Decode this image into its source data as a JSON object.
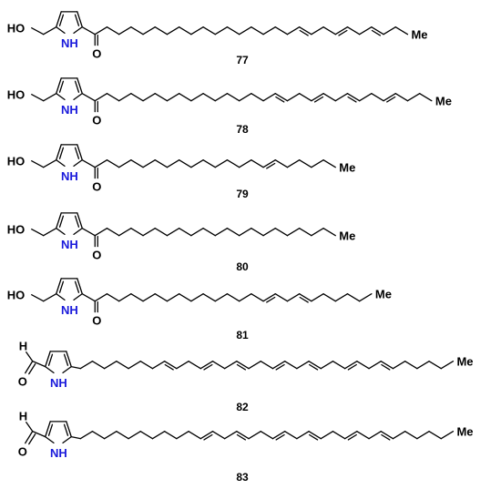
{
  "title": "",
  "compounds": [
    {
      "id": "77",
      "head": "hydroxymethyl-keto",
      "head_labels": {
        "oh": "HO",
        "nh": "NH",
        "o": "O"
      },
      "tail_label": "Me",
      "chain_bonds": 26,
      "cis_double_bonds": [
        17,
        20,
        23
      ]
    },
    {
      "id": "78",
      "head": "hydroxymethyl-keto",
      "head_labels": {
        "oh": "HO",
        "nh": "NH",
        "o": "O"
      },
      "tail_label": "Me",
      "chain_bonds": 28,
      "cis_double_bonds": [
        15,
        18,
        21,
        24
      ]
    },
    {
      "id": "79",
      "head": "hydroxymethyl-keto",
      "head_labels": {
        "oh": "HO",
        "nh": "NH",
        "o": "O"
      },
      "tail_label": "Me",
      "chain_bonds": 20,
      "cis_double_bonds": [
        14
      ]
    },
    {
      "id": "80",
      "head": "hydroxymethyl-keto",
      "head_labels": {
        "oh": "HO",
        "nh": "NH",
        "o": "O"
      },
      "tail_label": "Me",
      "chain_bonds": 20,
      "cis_double_bonds": []
    },
    {
      "id": "81",
      "head": "hydroxymethyl-keto",
      "head_labels": {
        "oh": "HO",
        "nh": "NH",
        "o": "O"
      },
      "tail_label": "Me",
      "chain_bonds": 23,
      "cis_double_bonds": [
        14,
        17
      ]
    },
    {
      "id": "82",
      "head": "formyl",
      "head_labels": {
        "h": "H",
        "nh": "NH",
        "o": "O"
      },
      "tail_label": "Me",
      "chain_bonds": 31,
      "cis_double_bonds": [
        7,
        10,
        13,
        16,
        19,
        22,
        25
      ]
    },
    {
      "id": "83",
      "head": "formyl",
      "head_labels": {
        "h": "H",
        "nh": "NH",
        "o": "O"
      },
      "tail_label": "Me",
      "chain_bonds": 31,
      "cis_double_bonds": [
        10,
        13,
        16,
        19,
        22,
        25
      ]
    }
  ]
}
